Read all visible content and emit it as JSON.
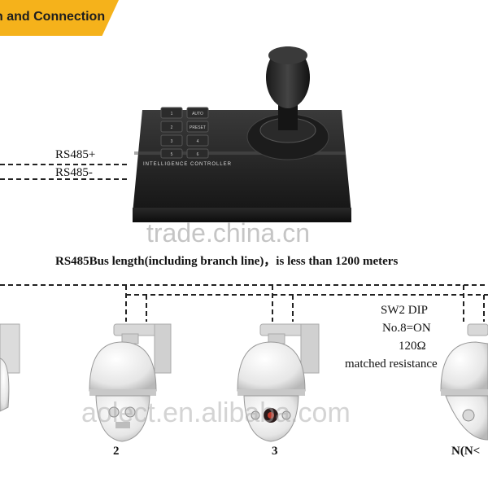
{
  "banner": {
    "text": "n and Connection"
  },
  "controller": {
    "label": "INTELLIGENCE CONTROLLER",
    "keys": [
      "1",
      "AUTO",
      "2",
      "PRESET",
      "3",
      "4",
      "5",
      "6"
    ]
  },
  "wiring": {
    "rs485_plus": "RS485+",
    "rs485_minus": "RS485-",
    "bus_note": "RS485Bus length(including branch line)，is less than 1200 meters"
  },
  "termination": {
    "line1": "SW2 DIP",
    "line2": "No.8=ON",
    "line3": "120Ω",
    "line4": "matched resistance"
  },
  "cameras": [
    {
      "label": "2"
    },
    {
      "label": "3"
    },
    {
      "label": "N(N<"
    }
  ],
  "watermarks": {
    "top": "trade.china.cn",
    "bottom": "aolect.en.alibaba.com"
  }
}
